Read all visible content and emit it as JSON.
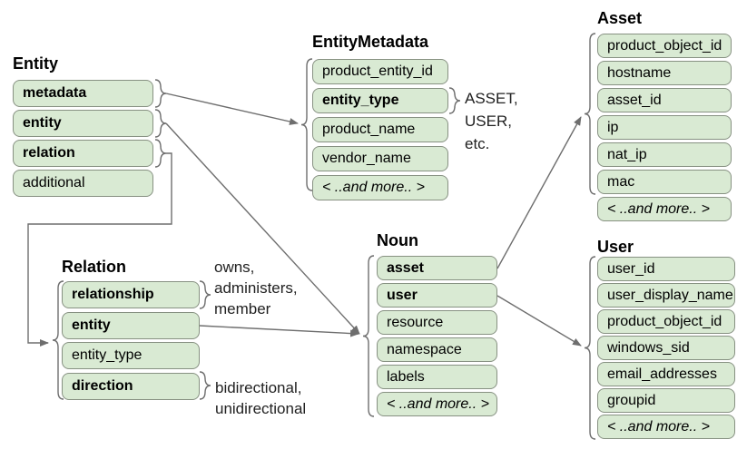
{
  "diagram": {
    "boxes": [
      {
        "id": "entity",
        "title": "Entity",
        "rows": [
          {
            "label": "metadata",
            "style": "bold"
          },
          {
            "label": "entity",
            "style": "bold"
          },
          {
            "label": "relation",
            "style": "bold"
          },
          {
            "label": "additional",
            "style": "normal"
          }
        ]
      },
      {
        "id": "entity_metadata",
        "title": "EntityMetadata",
        "rows": [
          {
            "label": "product_entity_id",
            "style": "normal"
          },
          {
            "label": "entity_type",
            "style": "bold"
          },
          {
            "label": "product_name",
            "style": "normal"
          },
          {
            "label": "vendor_name",
            "style": "normal"
          },
          {
            "label": "< ..and more.. >",
            "style": "italic"
          }
        ]
      },
      {
        "id": "asset",
        "title": "Asset",
        "rows": [
          {
            "label": "product_object_id",
            "style": "normal"
          },
          {
            "label": "hostname",
            "style": "normal"
          },
          {
            "label": "asset_id",
            "style": "normal"
          },
          {
            "label": "ip",
            "style": "normal"
          },
          {
            "label": "nat_ip",
            "style": "normal"
          },
          {
            "label": "mac",
            "style": "normal"
          },
          {
            "label": "< ..and more.. >",
            "style": "italic"
          }
        ]
      },
      {
        "id": "relation",
        "title": "Relation",
        "rows": [
          {
            "label": "relationship",
            "style": "bold"
          },
          {
            "label": "entity",
            "style": "bold"
          },
          {
            "label": "entity_type",
            "style": "normal"
          },
          {
            "label": "direction",
            "style": "bold"
          }
        ]
      },
      {
        "id": "noun",
        "title": "Noun",
        "rows": [
          {
            "label": "asset",
            "style": "bold"
          },
          {
            "label": "user",
            "style": "bold"
          },
          {
            "label": "resource",
            "style": "normal"
          },
          {
            "label": "namespace",
            "style": "normal"
          },
          {
            "label": "labels",
            "style": "normal"
          },
          {
            "label": "< ..and more.. >",
            "style": "italic"
          }
        ]
      },
      {
        "id": "user",
        "title": "User",
        "rows": [
          {
            "label": "user_id",
            "style": "normal"
          },
          {
            "label": "user_display_name",
            "style": "normal"
          },
          {
            "label": "product_object_id",
            "style": "normal"
          },
          {
            "label": "windows_sid",
            "style": "normal"
          },
          {
            "label": "email_addresses",
            "style": "normal"
          },
          {
            "label": "groupid",
            "style": "normal"
          },
          {
            "label": "< ..and more.. >",
            "style": "italic"
          }
        ]
      }
    ],
    "annotations": [
      {
        "id": "entity-type-values",
        "lines": [
          "ASSET,",
          "USER,",
          "etc."
        ]
      },
      {
        "id": "relationship-values",
        "lines": [
          "owns,",
          "administers,",
          "member"
        ]
      },
      {
        "id": "direction-values",
        "lines": [
          "bidirectional,",
          "unidirectional"
        ]
      }
    ],
    "colors": {
      "row_fill": "#d9ead3",
      "row_border": "#879182",
      "connector": "#6e6e6e",
      "text": "#000000"
    }
  }
}
